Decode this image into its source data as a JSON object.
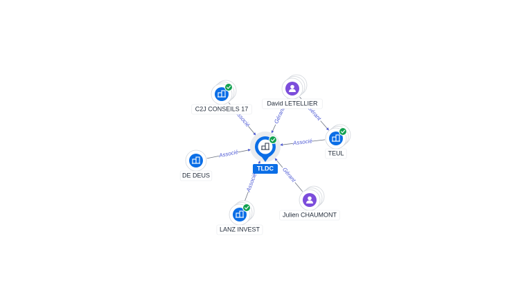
{
  "center": {
    "label": "TLDC",
    "verified": true,
    "icon": "building-icon"
  },
  "nodes": [
    {
      "id": "c2j",
      "label": "C2J CONSEILS 17",
      "kind": "company",
      "verified": true,
      "stacked": true,
      "icon": "building-icon"
    },
    {
      "id": "dedeus",
      "label": "DE DEUS",
      "kind": "company",
      "verified": false,
      "stacked": false,
      "icon": "building-icon"
    },
    {
      "id": "lanz",
      "label": "LANZ INVEST",
      "kind": "company",
      "verified": true,
      "stacked": true,
      "icon": "building-icon"
    },
    {
      "id": "david",
      "label": "David LETELLIER",
      "kind": "person",
      "verified": false,
      "stacked": true,
      "icon": "person-icon"
    },
    {
      "id": "teul",
      "label": "TEUL",
      "kind": "company",
      "verified": true,
      "stacked": true,
      "icon": "building-icon"
    },
    {
      "id": "julien",
      "label": "Julien CHAUMONT",
      "kind": "person",
      "verified": false,
      "stacked": true,
      "icon": "person-icon"
    }
  ],
  "edges": [
    {
      "from": "c2j",
      "to": "center",
      "label": "Associé"
    },
    {
      "from": "dedeus",
      "to": "center",
      "label": "Associé"
    },
    {
      "from": "lanz",
      "to": "center",
      "label": "Associé"
    },
    {
      "from": "david",
      "to": "center",
      "label": "Gérant"
    },
    {
      "from": "david",
      "to": "teul",
      "label": "Gérant"
    },
    {
      "from": "teul",
      "to": "center",
      "label": "Associé"
    },
    {
      "from": "julien",
      "to": "center",
      "label": "Gérant"
    }
  ],
  "colors": {
    "company": "#0b6ee6",
    "person": "#7c4ddb",
    "verified": "#12a150",
    "center": "#0b6ee6",
    "edge": "#6b7280",
    "edge_label": "#4f5bd5"
  }
}
